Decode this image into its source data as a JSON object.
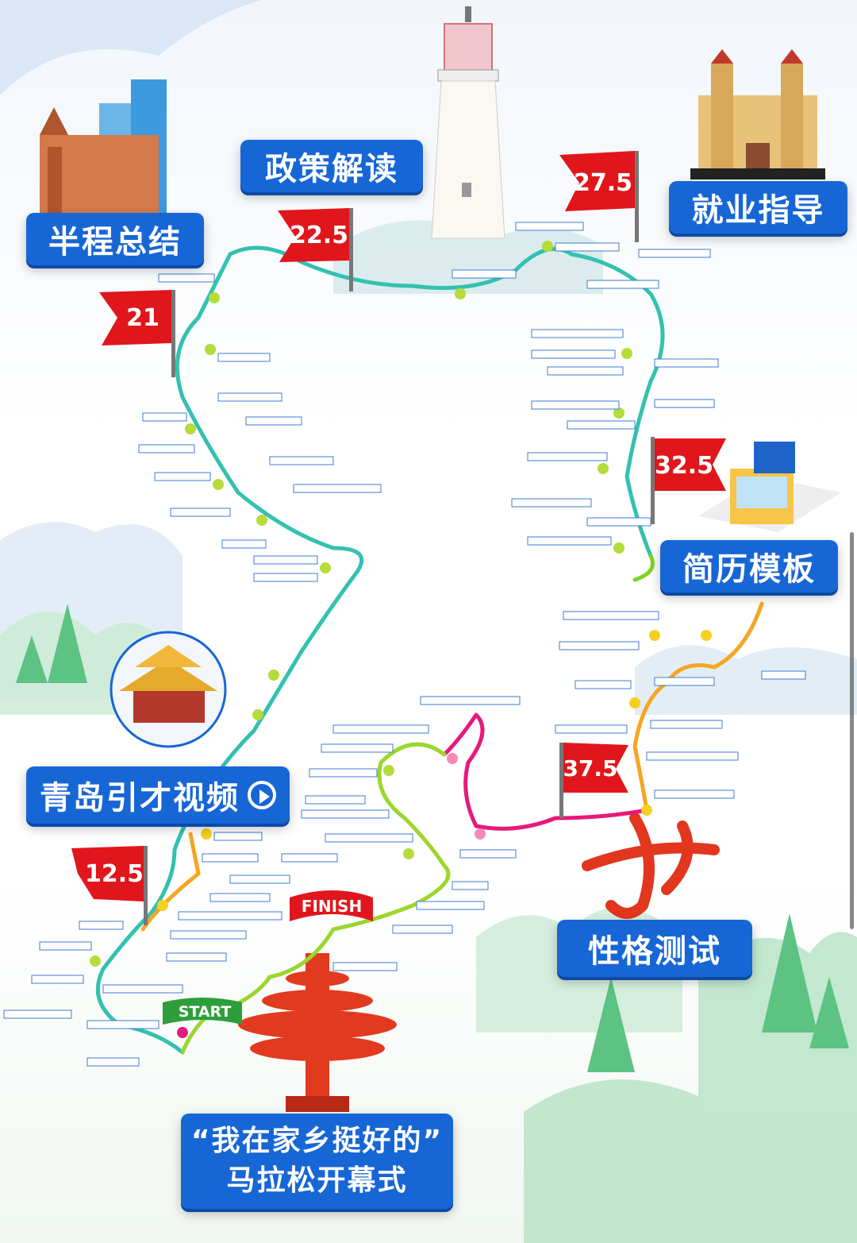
{
  "buttons": {
    "summary": "半程总结",
    "policy": "政策解读",
    "employment": "就业指导",
    "resume": "简历模板",
    "video": "青岛引才视频",
    "personality": "性格测试",
    "opening_line1": "“我在家乡挺好的”",
    "opening_line2": "马拉松开幕式"
  },
  "markers": {
    "start": "START",
    "finish": "FINISH"
  },
  "flags": [
    {
      "id": "12.5",
      "label": "12.5"
    },
    {
      "id": "21",
      "label": "21"
    },
    {
      "id": "22.5",
      "label": "22.5"
    },
    {
      "id": "27.5",
      "label": "27.5"
    },
    {
      "id": "32.5",
      "label": "32.5"
    },
    {
      "id": "37.5",
      "label": "37.5"
    }
  ],
  "colors": {
    "button_blue": "#1766d6",
    "flag_red": "#e0161c",
    "route_green": "#7ed321",
    "route_teal": "#33c1b0",
    "route_orange": "#f5a623",
    "route_magenta": "#e6197d"
  },
  "icons": [
    "lighthouse-icon",
    "church-icon",
    "skyscraper-icon",
    "pavilion-icon",
    "kiosk-icon",
    "calligraphy-icon",
    "landmark-tower-icon",
    "play-icon"
  ]
}
